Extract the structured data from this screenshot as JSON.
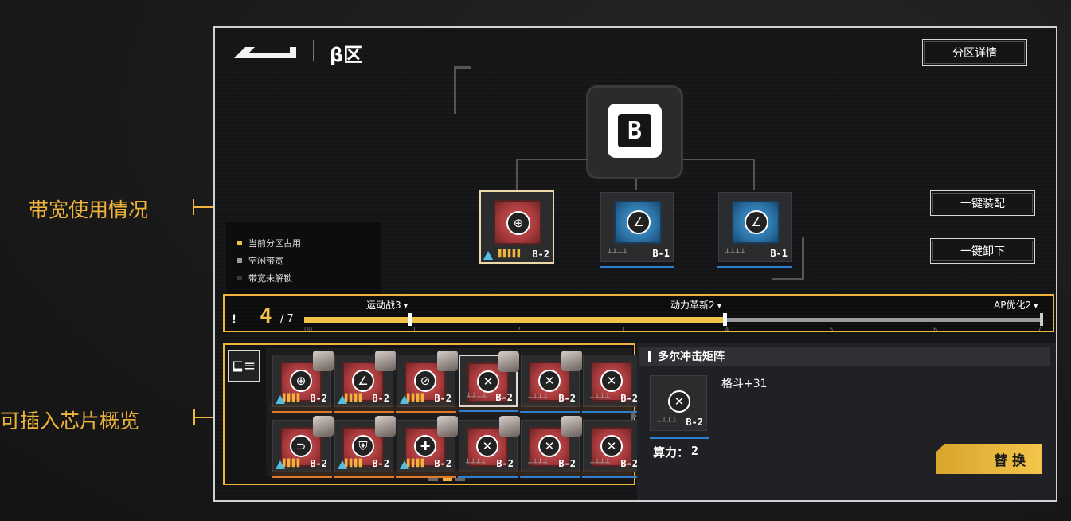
{
  "callouts": {
    "bandwidth": "带宽使用情况",
    "chips_overview": "可插入芯片概览"
  },
  "header": {
    "zone_title": "β区",
    "details_button": "分区详情"
  },
  "actions": {
    "equip_all": "一键装配",
    "unequip_all": "一键卸下"
  },
  "legend": {
    "items": [
      {
        "label": "当前分区占用",
        "color": "#f0c24a"
      },
      {
        "label": "空闲带宽",
        "color": "#9a9a9a"
      },
      {
        "label": "带宽未解锁",
        "color": "#3a3a3a"
      }
    ]
  },
  "bandwidth": {
    "used": "4",
    "total": "/ 7",
    "used_value": 4,
    "total_value": 7,
    "alert": "!",
    "segments": [
      {
        "label": "运动战3"
      },
      {
        "label": "动力革新2"
      },
      {
        "label": "AP优化2"
      }
    ],
    "ticks": [
      "00",
      "1",
      "2",
      "3",
      "4",
      "5",
      "6",
      "7"
    ]
  },
  "hub": {
    "letter": "B"
  },
  "slots": [
    {
      "tag": "B-2",
      "type": "red",
      "symbol": "⊕"
    },
    {
      "tag": "B-1",
      "type": "blue",
      "symbol": "∠"
    },
    {
      "tag": "B-1",
      "type": "blue",
      "symbol": "∠"
    }
  ],
  "inventory": {
    "filter_icon": "filter-icon",
    "chips": [
      {
        "tag": "B-2",
        "type": "red",
        "symbol": "⊕"
      },
      {
        "tag": "B-2",
        "type": "red",
        "symbol": "∠"
      },
      {
        "tag": "B-2",
        "type": "red",
        "symbol": "⊘"
      },
      {
        "tag": "B-2",
        "type": "red",
        "symbol": "✕"
      },
      {
        "tag": "B-2",
        "type": "red",
        "symbol": "✕"
      },
      {
        "tag": "B-2",
        "type": "red",
        "symbol": "✕"
      },
      {
        "tag": "B-2",
        "type": "red",
        "symbol": "⊃"
      },
      {
        "tag": "B-2",
        "type": "red",
        "symbol": "⛨"
      },
      {
        "tag": "B-2",
        "type": "red",
        "symbol": "✚"
      },
      {
        "tag": "B-2",
        "type": "red",
        "symbol": "✕"
      },
      {
        "tag": "B-2",
        "type": "red",
        "symbol": "✕"
      },
      {
        "tag": "B-2",
        "type": "red",
        "symbol": "✕"
      }
    ],
    "page_count": 3,
    "current_page": 2
  },
  "detail": {
    "name": "多尔冲击矩阵",
    "effect": "格斗+31",
    "power_label": "算力：",
    "power_value": "2",
    "chip_tag": "B-2",
    "replace_button": "替 换"
  }
}
